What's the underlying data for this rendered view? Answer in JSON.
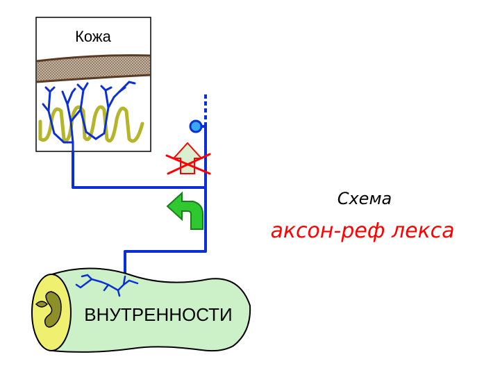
{
  "skin_label": "Кожа",
  "organ_label": "ВНУТРЕННОСТИ",
  "caption": {
    "line1": "Схема",
    "line2": "аксон-реф лекса"
  },
  "colors": {
    "nerve": "#0a2fd6",
    "skin_layer": "#c9b6a3",
    "papillae": "#b5b52a",
    "organ_fill": "#ccf0c8",
    "arrow_green": "#2fc82f",
    "arrow_pale": "#d8f0d0",
    "cross": "#ff0000",
    "caption_red": "#ff0000"
  },
  "icons": {
    "blocked_arrow": "up-arrow-icon",
    "active_arrow": "bent-return-arrow-icon",
    "cell_body": "neuron-cell-body-icon"
  }
}
